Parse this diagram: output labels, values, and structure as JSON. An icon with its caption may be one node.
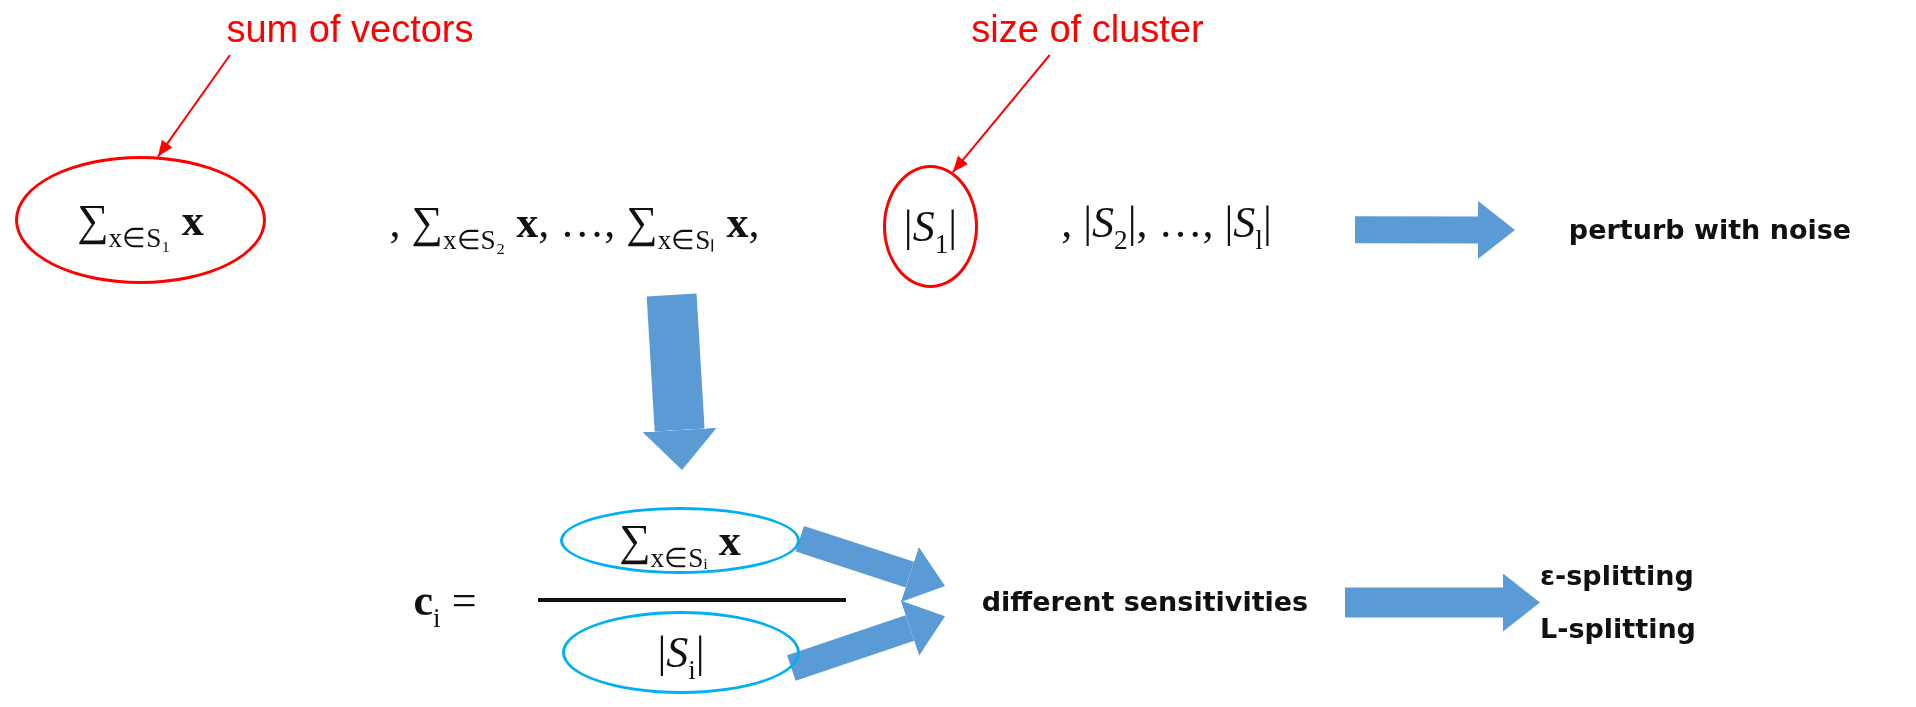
{
  "diagram": {
    "nodes": [
      {
        "text": [
          "sum of vectors"
        ]
      },
      {
        "text": [
          "size of cluster"
        ]
      },
      {
        "text": [
          ", ∑$_{x∈S₂}$ **x**, …, ∑$_{x∈Sₗ}$ **x**,",
          ", |*S*$_{2}$|, …, |*S*$_{l}$|"
        ]
      },
      {
        "text": [
          "∑$_{x∈S₁}$ **x**"
        ],
        "in": 2
      },
      {
        "text": [
          "|*S*$_{1}$|"
        ],
        "in": 2
      },
      {
        "text": [
          "perturb with noise"
        ]
      },
      {
        "text": [
          "**c**$_{i}$ ="
        ]
      },
      {
        "text": [
          "∑$_{x∈Sᵢ}$ **x**"
        ]
      },
      {
        "text": [
          "|*S*$_{i}$|"
        ]
      },
      {
        "text": [
          "different sensitivities"
        ]
      },
      {
        "text": [
          "ε-splitting",
          "L-splitting"
        ]
      }
    ],
    "edges": [
      {
        "from": 0,
        "to": 3,
        "arrow": "to",
        "color": "#ff0000"
      },
      {
        "from": 1,
        "to": 4,
        "arrow": "to",
        "color": "#ff0000"
      },
      {
        "from": 2,
        "to": 5,
        "arrow": "to"
      },
      {
        "from": 2,
        "to": 6,
        "arrow": "to",
        "style": "thick"
      },
      {
        "from": 7,
        "to": 9,
        "arrow": "to"
      },
      {
        "from": 8,
        "to": 9,
        "arrow": "to"
      },
      {
        "from": 9,
        "to": 10,
        "arrow": "to"
      }
    ]
  }
}
